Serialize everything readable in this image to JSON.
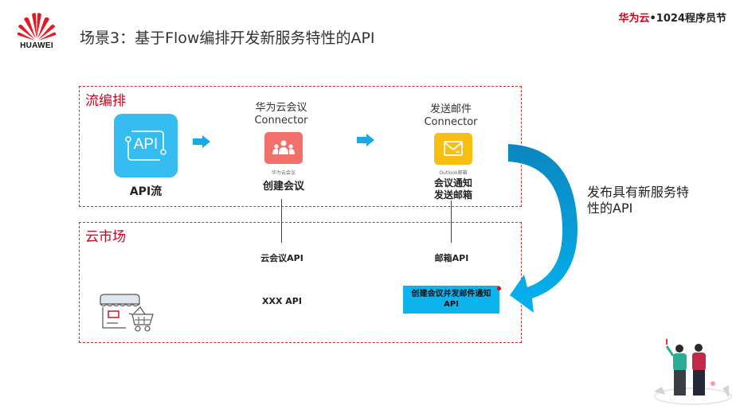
{
  "header": {
    "logo_text": "HUAWEI",
    "title": "场景3：基于Flow编排开发新服务特性的API",
    "event_brand": "华为云",
    "event_rest": "•1024程序员节"
  },
  "regions": {
    "flow": {
      "label": "流编排"
    },
    "market": {
      "label": "云市场"
    }
  },
  "flow_nodes": {
    "api_flow": {
      "icon_text": "API",
      "label": "API流"
    },
    "meeting": {
      "title_line1": "华为云会议",
      "title_line2": "Connector",
      "caption": "华为云会议",
      "action": "创建会议"
    },
    "mail": {
      "title_line1": "发送邮件",
      "title_line2": "Connector",
      "caption": "Outlook邮箱",
      "action_line1": "会议通知",
      "action_line2": "发送邮箱"
    }
  },
  "market_apis": {
    "meeting_api": "云会议API",
    "mail_api": "邮箱API",
    "xxx_api": "XXX API",
    "combined_line1": "创建会议并发邮件通知",
    "combined_line2": "API"
  },
  "publish": {
    "line1": "发布具有新服务特",
    "line2": "性的API"
  },
  "colors": {
    "brand_red": "#d0021b",
    "api_blue": "#35bdf2",
    "meeting_red": "#f36f6b",
    "mail_yellow": "#f9be12",
    "arrow_blue": "#0aa5e0"
  }
}
